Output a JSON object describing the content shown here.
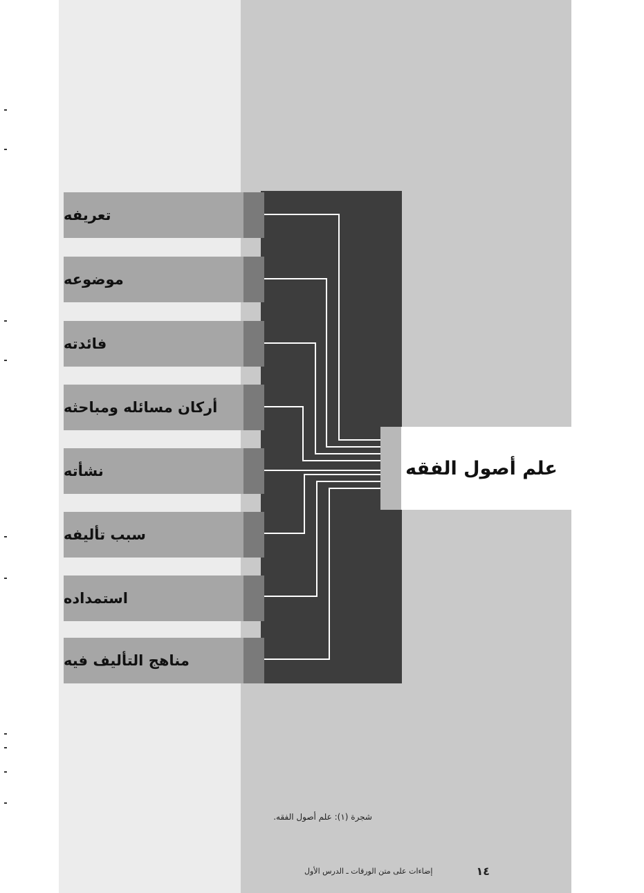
{
  "diagram": {
    "root": "علم أصول الفقه",
    "branches": [
      "تعريفه",
      "موضوعه",
      "فائدته",
      "أركان مسائله ومباحثه",
      "نشأته",
      "سبب تأليفه",
      "استمداده",
      "مناهج التأليف فيه"
    ]
  },
  "caption": "شجرة (١): علم أصول الفقه.",
  "footer": {
    "page_number": "١٤",
    "running_title": "إضاءات على متن الورقات ـ الدرس الأول"
  },
  "colors": {
    "panel": "#3d3d3d",
    "band": "#a6a6a6",
    "wire": "#ffffff"
  }
}
